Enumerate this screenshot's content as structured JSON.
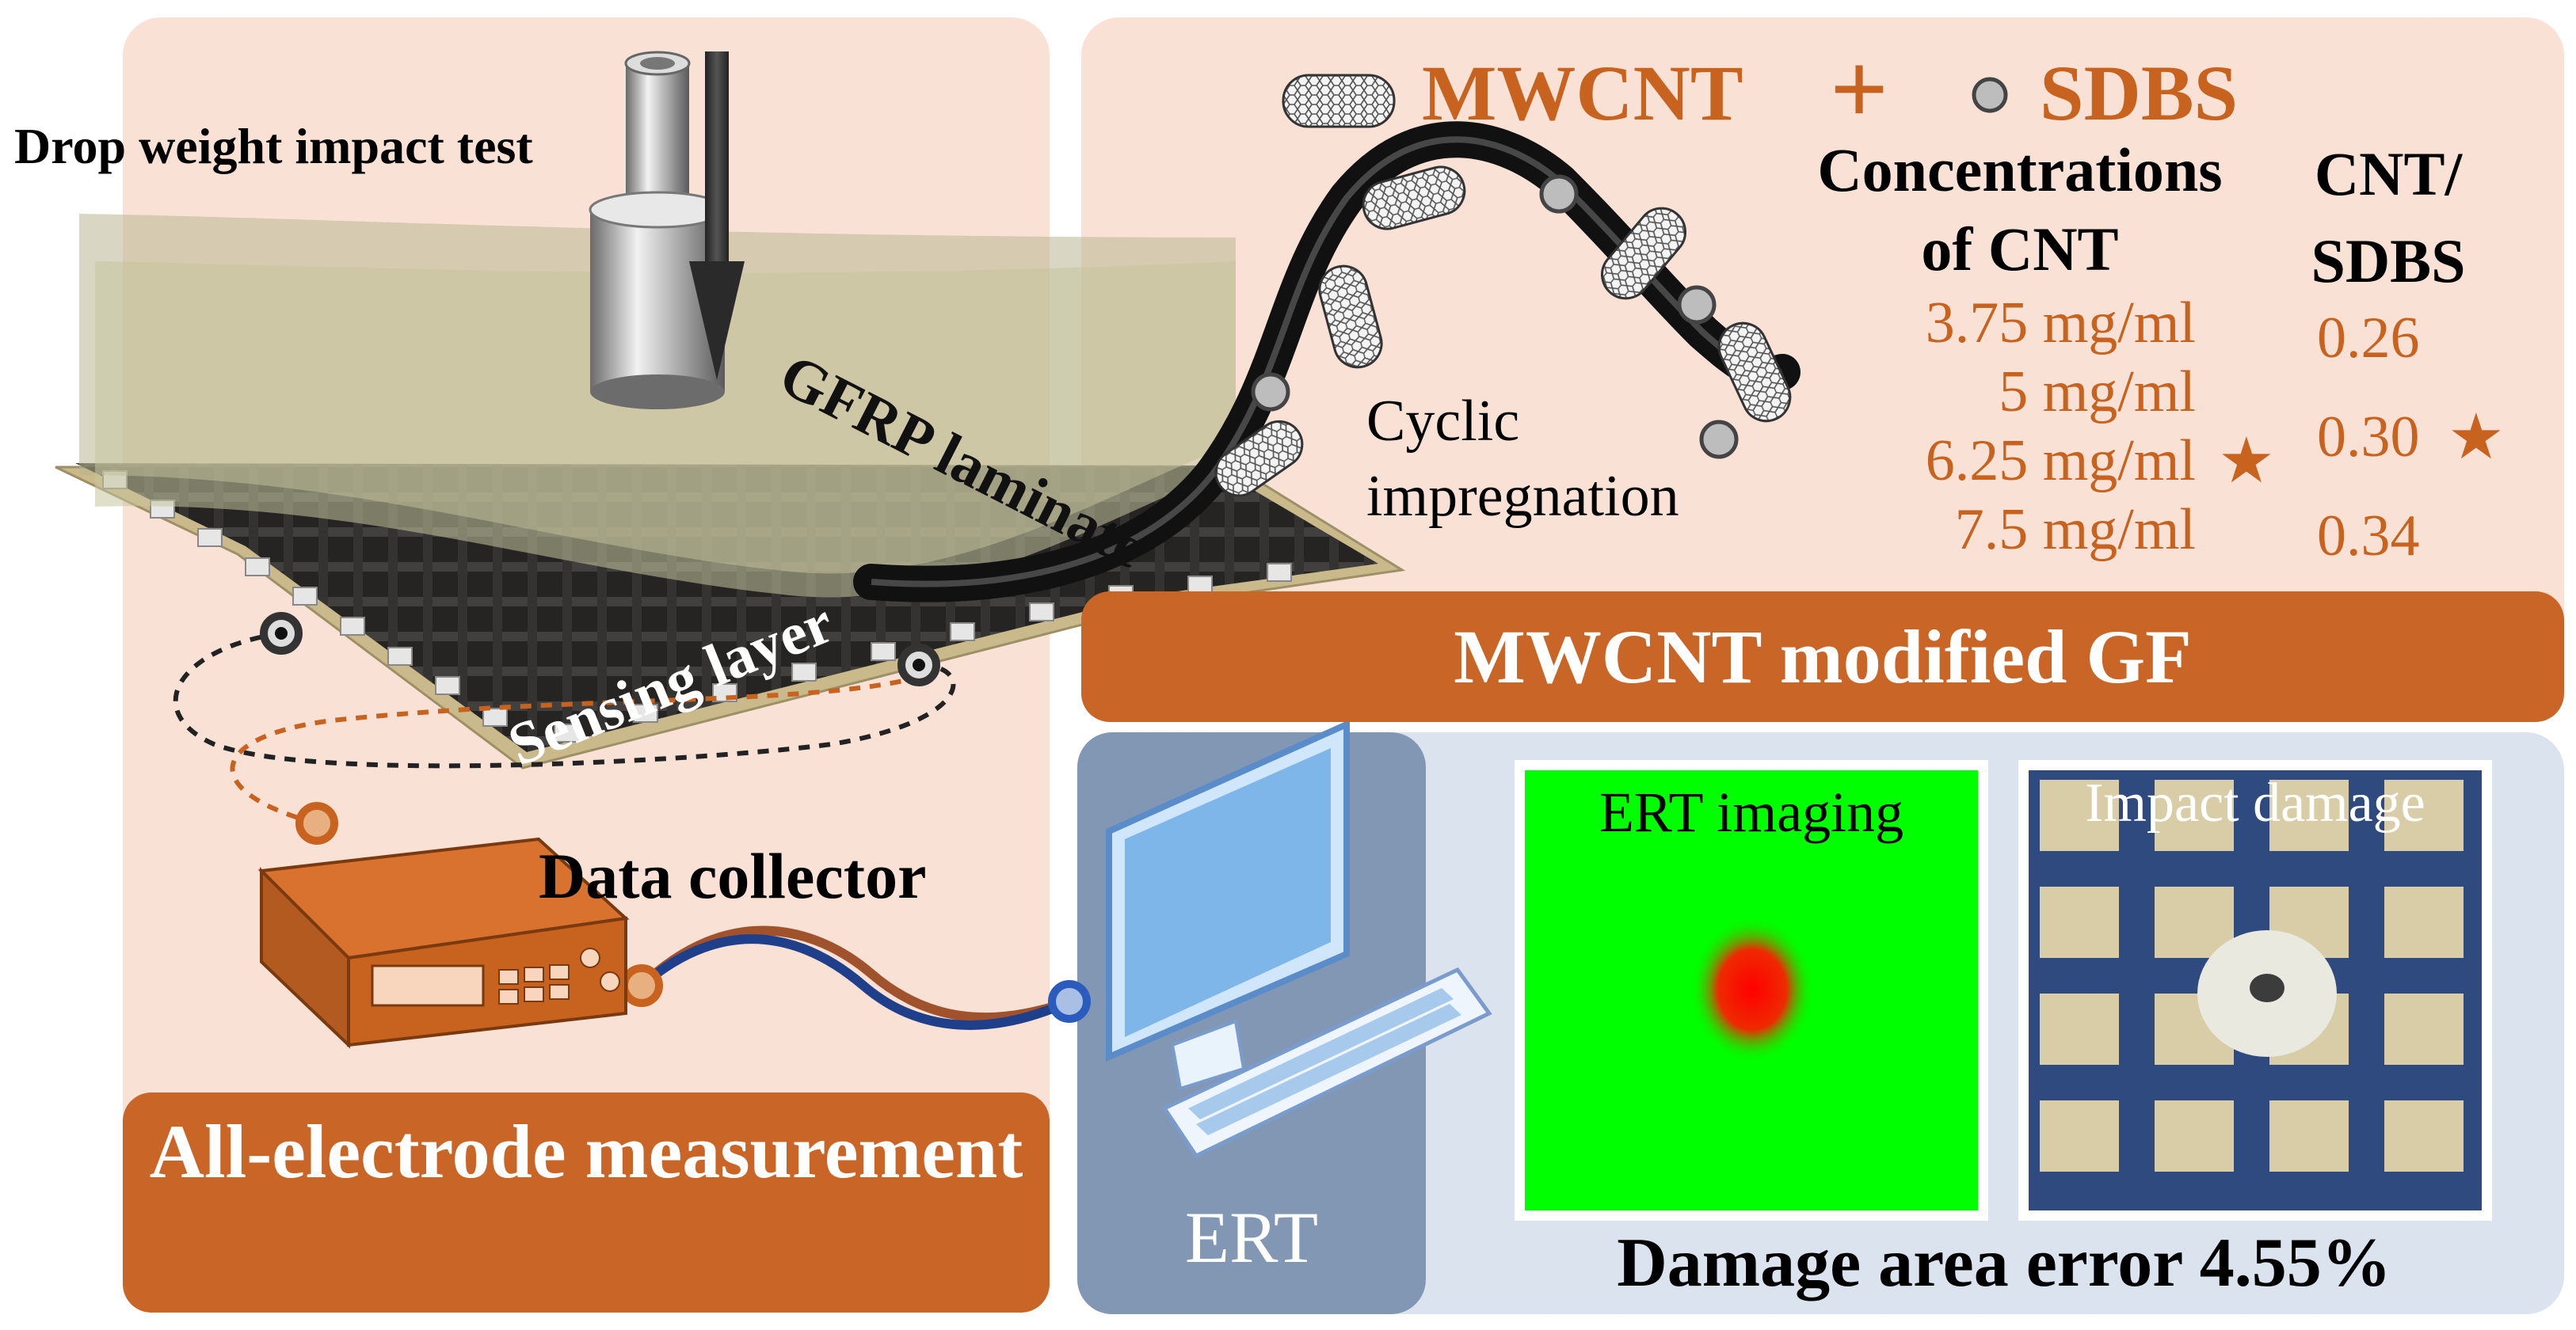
{
  "left": {
    "drop_weight_title": "Drop weight impact test",
    "gfrp_label": "GFRP laminate",
    "sensing_label": "Sensing layer",
    "collector_label": "Data collector",
    "banner": "All-electrode measurement"
  },
  "top_right": {
    "mwcnt": "MWCNT",
    "plus": "+",
    "sdbs": "SDBS",
    "cyclic_line1": "Cyclic",
    "cyclic_line2": "impregnation",
    "conc_header_line1": "Concentrations",
    "conc_header_line2": "of CNT",
    "ratio_header_line1": "CNT/",
    "ratio_header_line2": "SDBS",
    "concentrations": [
      "3.75 mg/ml",
      "5 mg/ml",
      "6.25 mg/ml",
      "7.5 mg/ml"
    ],
    "ratios": [
      "0.26",
      "0.30",
      "0.34"
    ],
    "star": "★",
    "banner": "MWCNT modified GF"
  },
  "bottom_right": {
    "ert_label": "ERT",
    "imaging_label": "ERT imaging",
    "damage_label": "Impact damage",
    "error_text": "Damage area error 4.55%"
  },
  "colors": {
    "panel_peach": "#f9e2d5",
    "panel_blue": "#dbe3ee",
    "banner_orange": "#c96526",
    "text_orange": "#c8621f",
    "ert_green": "#00ff00",
    "ert_red": "#ff0000"
  }
}
